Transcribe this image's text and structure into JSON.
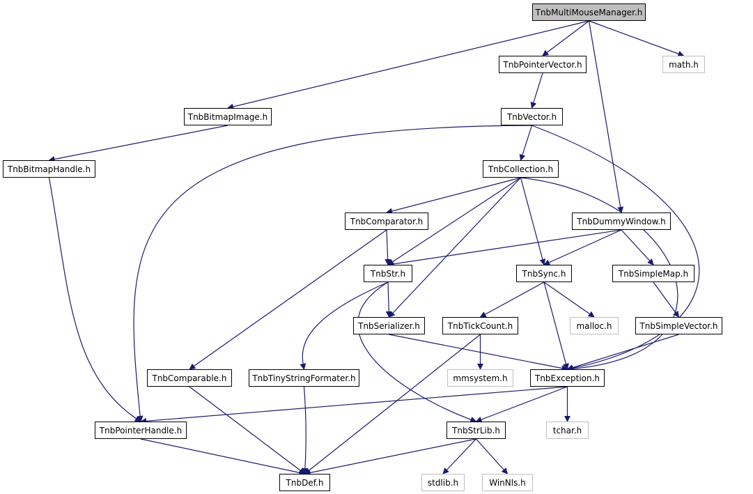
{
  "nodes": [
    {
      "id": "mmm",
      "label": "TnbMultiMouseManager.h",
      "kind": "root"
    },
    {
      "id": "ptrvec",
      "label": "TnbPointerVector.h"
    },
    {
      "id": "math",
      "label": "math.h",
      "kind": "sys"
    },
    {
      "id": "bmpimg",
      "label": "TnbBitmapImage.h"
    },
    {
      "id": "vector",
      "label": "TnbVector.h"
    },
    {
      "id": "bmphdl",
      "label": "TnbBitmapHandle.h"
    },
    {
      "id": "coll",
      "label": "TnbCollection.h"
    },
    {
      "id": "comp",
      "label": "TnbComparator.h"
    },
    {
      "id": "dummy",
      "label": "TnbDummyWindow.h"
    },
    {
      "id": "str",
      "label": "TnbStr.h"
    },
    {
      "id": "sync",
      "label": "TnbSync.h"
    },
    {
      "id": "smap",
      "label": "TnbSimpleMap.h"
    },
    {
      "id": "ser",
      "label": "TnbSerializer.h"
    },
    {
      "id": "tick",
      "label": "TnbTickCount.h"
    },
    {
      "id": "malloc",
      "label": "malloc.h",
      "kind": "sys"
    },
    {
      "id": "svec",
      "label": "TnbSimpleVector.h"
    },
    {
      "id": "comparable",
      "label": "TnbComparable.h"
    },
    {
      "id": "tiny",
      "label": "TnbTinyStringFormater.h"
    },
    {
      "id": "mmsys",
      "label": "mmsystem.h",
      "kind": "sys"
    },
    {
      "id": "exc",
      "label": "TnbException.h"
    },
    {
      "id": "ptrhdl",
      "label": "TnbPointerHandle.h"
    },
    {
      "id": "strlib",
      "label": "TnbStrLib.h"
    },
    {
      "id": "tchar",
      "label": "tchar.h",
      "kind": "sys"
    },
    {
      "id": "def",
      "label": "TnbDef.h"
    },
    {
      "id": "stdlib",
      "label": "stdlib.h",
      "kind": "sys"
    },
    {
      "id": "winnls",
      "label": "WinNls.h",
      "kind": "sys"
    }
  ],
  "edges": [
    [
      "mmm",
      "ptrvec"
    ],
    [
      "mmm",
      "math"
    ],
    [
      "mmm",
      "bmpimg"
    ],
    [
      "mmm",
      "dummy"
    ],
    [
      "ptrvec",
      "vector"
    ],
    [
      "vector",
      "coll"
    ],
    [
      "vector",
      "ptrhdl"
    ],
    [
      "vector",
      "exc"
    ],
    [
      "bmpimg",
      "bmphdl"
    ],
    [
      "bmphdl",
      "ptrhdl"
    ],
    [
      "coll",
      "comp"
    ],
    [
      "coll",
      "str"
    ],
    [
      "coll",
      "ser"
    ],
    [
      "coll",
      "sync"
    ],
    [
      "coll",
      "exc"
    ],
    [
      "comp",
      "str"
    ],
    [
      "comp",
      "comparable"
    ],
    [
      "dummy",
      "str"
    ],
    [
      "dummy",
      "sync"
    ],
    [
      "dummy",
      "smap"
    ],
    [
      "str",
      "ser"
    ],
    [
      "str",
      "tiny"
    ],
    [
      "str",
      "strlib"
    ],
    [
      "sync",
      "tick"
    ],
    [
      "sync",
      "malloc"
    ],
    [
      "sync",
      "exc"
    ],
    [
      "smap",
      "svec"
    ],
    [
      "svec",
      "exc"
    ],
    [
      "ser",
      "exc"
    ],
    [
      "tick",
      "mmsys"
    ],
    [
      "tick",
      "def"
    ],
    [
      "comparable",
      "def"
    ],
    [
      "tiny",
      "def"
    ],
    [
      "ptrhdl",
      "def"
    ],
    [
      "exc",
      "ptrhdl"
    ],
    [
      "exc",
      "strlib"
    ],
    [
      "exc",
      "tchar"
    ],
    [
      "strlib",
      "def"
    ],
    [
      "strlib",
      "stdlib"
    ],
    [
      "strlib",
      "winnls"
    ]
  ],
  "colors": {
    "edge": "#191970",
    "node_border": "#000000",
    "system_border": "#bfbfbf",
    "root_fill": "#bfbfbf"
  }
}
